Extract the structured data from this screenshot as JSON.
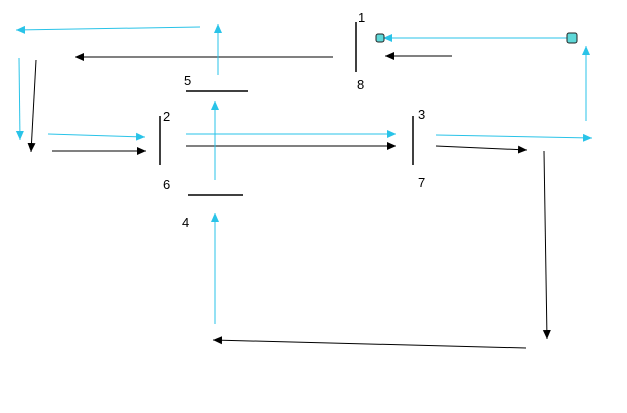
{
  "colors": {
    "primary": "#000000",
    "accent": "#29c3e8",
    "handle_fill": "#5fd8d8"
  },
  "labels": {
    "n1": "1",
    "n2": "2",
    "n3": "3",
    "n4": "4",
    "n5": "5",
    "n6": "6",
    "n7": "7",
    "n8": "8"
  }
}
